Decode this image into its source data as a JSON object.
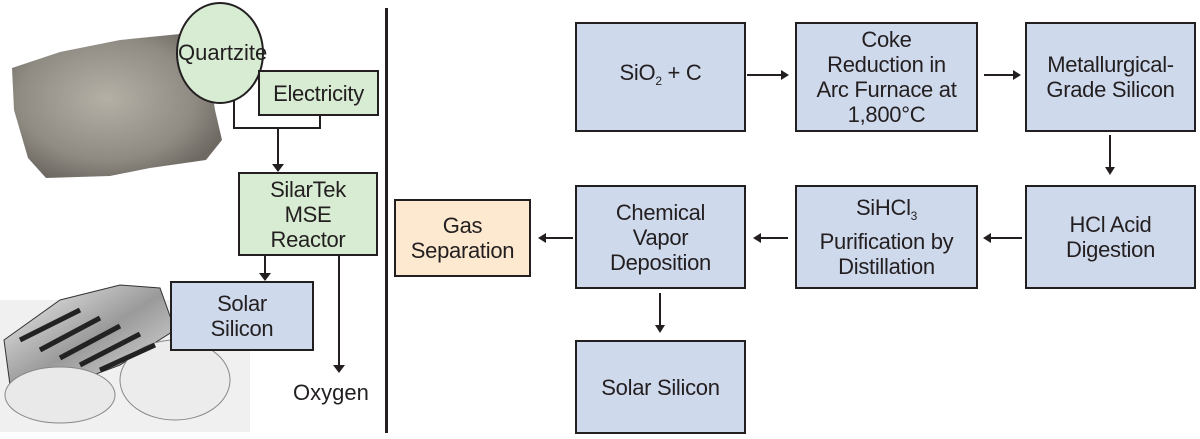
{
  "left_panel": {
    "quartzite": "Quartzite",
    "electricity": "Electricity",
    "reactor": [
      "SilarTek",
      "MSE",
      "Reactor"
    ],
    "solar_silicon": [
      "Solar",
      "Silicon"
    ],
    "oxygen": "Oxygen"
  },
  "right_panel": {
    "sio2_pre": "SiO",
    "sio2_sub": "2",
    "sio2_post": " + C",
    "coke": [
      "Coke",
      "Reduction in",
      "Arc Furnace at",
      "1,800°C"
    ],
    "mg_silicon": [
      "Metallurgical-",
      "Grade Silicon"
    ],
    "hcl": [
      "HCl Acid",
      "Digestion"
    ],
    "sihcl_pre": "SiHCl",
    "sihcl_sub": "3",
    "sihcl_rest": [
      "Purification by",
      "Distillation"
    ],
    "cvd": [
      "Chemical",
      "Vapor",
      "Deposition"
    ],
    "gas": [
      "Gas",
      "Separation"
    ],
    "solar_silicon": "Solar Silicon"
  },
  "colors": {
    "blue_box": "#cfd9ec",
    "green_box": "#d7ecd2",
    "peach_box": "#fde9cf",
    "stroke": "#231f20"
  }
}
